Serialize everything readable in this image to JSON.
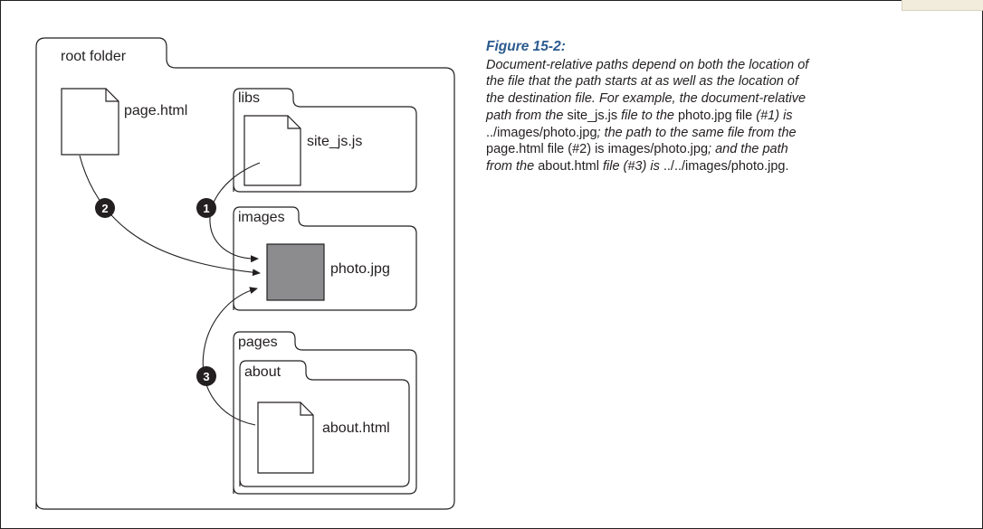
{
  "diagram": {
    "root_label": "root folder",
    "page_file": "page.html",
    "libs_label": "libs",
    "site_file": "site_js.js",
    "images_label": "images",
    "photo_file": "photo.jpg",
    "pages_label": "pages",
    "about_folder_label": "about",
    "about_file": "about.html",
    "markers": [
      "1",
      "2",
      "3"
    ]
  },
  "caption": {
    "title": "Figure 15-2:",
    "runs": [
      {
        "t": "Document-relative paths depend on both the location of the file that the path starts at as well as the location of the destination file. For example, the document-relative path from the ",
        "i": true
      },
      {
        "t": "site_js.js",
        "i": false
      },
      {
        "t": " file to the ",
        "i": true
      },
      {
        "t": "photo.jpg file ",
        "i": false
      },
      {
        "t": "(#1) is ",
        "i": true
      },
      {
        "t": "../images/photo.jpg",
        "i": false
      },
      {
        "t": "; the path to the same file from the ",
        "i": true
      },
      {
        "t": "page.html file (#2) is images/photo.jpg",
        "i": false
      },
      {
        "t": "; and the path from the ",
        "i": true
      },
      {
        "t": "about.html",
        "i": false
      },
      {
        "t": " file (#3) is ",
        "i": true
      },
      {
        "t": "../../images/photo.jpg",
        "i": false
      },
      {
        "t": ".",
        "i": false
      }
    ]
  },
  "colors": {
    "ink": "#231f20",
    "photo_fill": "#8c8c8e",
    "caption_title": "#2c5b8f",
    "corner_tab": "#f1ecdc"
  }
}
